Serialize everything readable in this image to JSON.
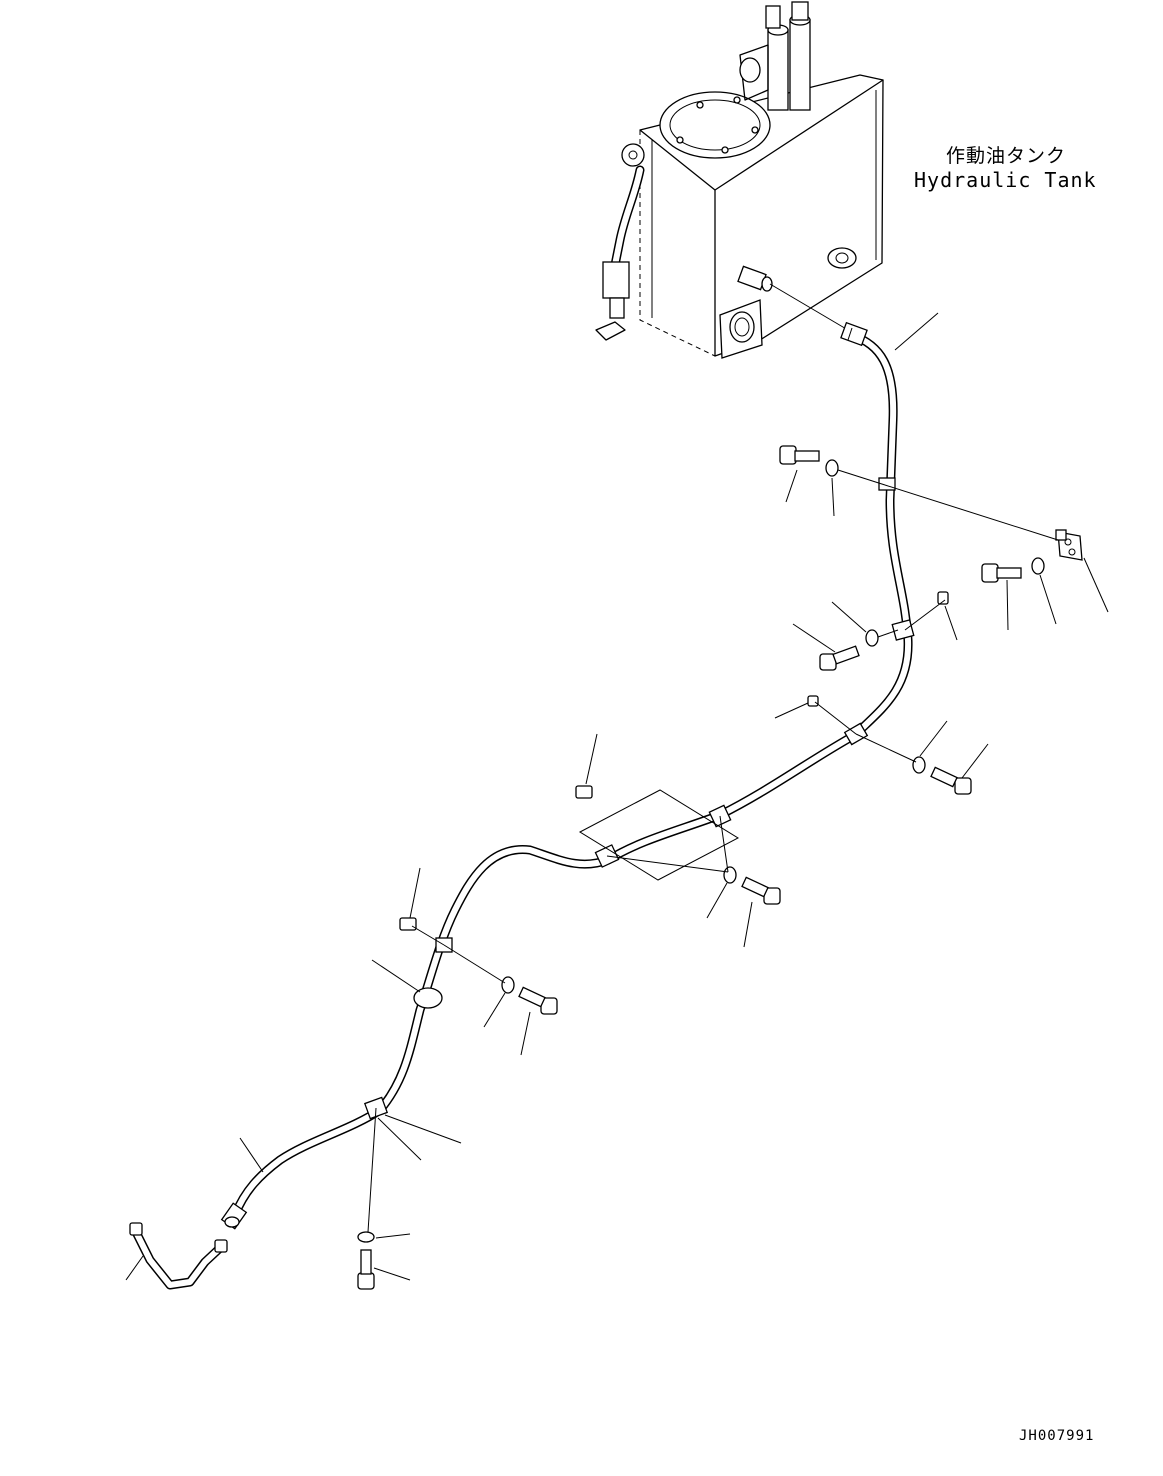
{
  "diagram": {
    "labels": {
      "hydraulic_tank_jp": "作動油タンク",
      "hydraulic_tank_en": "Hydraulic Tank",
      "drawing_id": "JH007991"
    },
    "colors": {
      "line": "#000000",
      "background": "#ffffff"
    },
    "icons": [
      "hydraulic-tank-icon",
      "hose-icon",
      "bolt-icon",
      "washer-icon",
      "clamp-icon",
      "bracket-icon",
      "spacer-icon",
      "tube-icon"
    ]
  }
}
